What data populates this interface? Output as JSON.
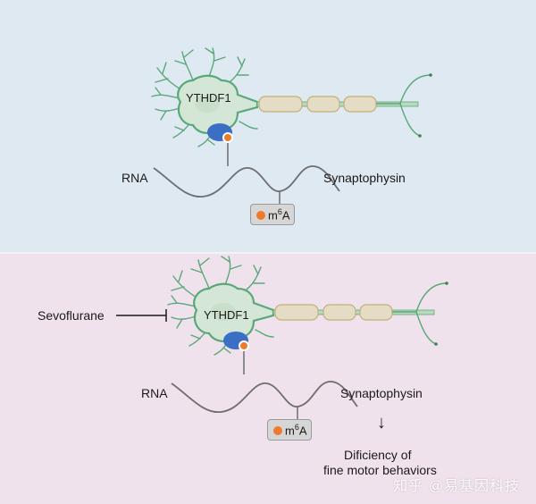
{
  "panels": {
    "top": {
      "background": "#dfe9f2",
      "protein_label": "YTHDF1",
      "rna_label": "RNA",
      "gene_label": "Synaptophysin",
      "modification": {
        "base": "m",
        "superscript": "6",
        "suffix": "A"
      }
    },
    "bottom": {
      "background": "#f0e2ec",
      "inhibitor_label": "Sevoflurane",
      "protein_label": "YTHDF1",
      "rna_label": "RNA",
      "gene_label": "Synaptophysin",
      "modification": {
        "base": "m",
        "superscript": "6",
        "suffix": "A"
      },
      "arrow": "↓",
      "outcome_line1": "Dificiency of",
      "outcome_line2": "fine motor behaviors"
    }
  },
  "colors": {
    "neuron_outline": "#5aa87a",
    "neuron_fill": "#d4e6d6",
    "myelin_fill": "#e5dcc6",
    "myelin_stroke": "#c2b07a",
    "reader_blue": "#3b6fc4",
    "m6a_orange": "#ee7b2c",
    "rna_line": "#6e6e6e"
  },
  "watermark": "知乎 @易基因科技"
}
